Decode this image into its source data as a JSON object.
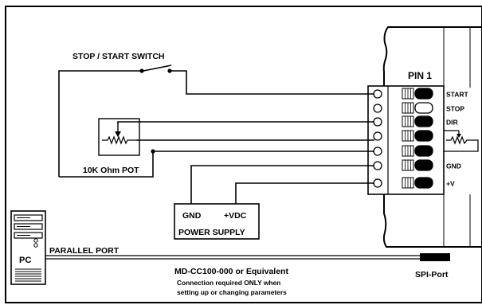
{
  "labels": {
    "switch": "STOP / START SWITCH",
    "pin1": "PIN 1",
    "pot": "10K Ohm POT",
    "power_gnd": "GND",
    "power_vdc": "+VDC",
    "power_supply": "POWER SUPPLY",
    "parallel_port": "PARALLEL PORT",
    "pc": "PC",
    "cable": "MD-CC100-000 or Equivalent",
    "note_line1": "Connection required ONLY when",
    "note_line2": "setting up or changing parameters",
    "spi_port": "SPI-Port"
  },
  "pins": [
    {
      "label": "START",
      "fill": "black"
    },
    {
      "label": "STOP",
      "fill": "white"
    },
    {
      "label": "DIR",
      "fill": "black"
    },
    {
      "label": "",
      "fill": "black"
    },
    {
      "label": "",
      "fill": "black"
    },
    {
      "label": "GND",
      "fill": "black"
    },
    {
      "label": "+V",
      "fill": "black"
    }
  ],
  "colors": {
    "line": "#000000",
    "background": "#ffffff"
  }
}
